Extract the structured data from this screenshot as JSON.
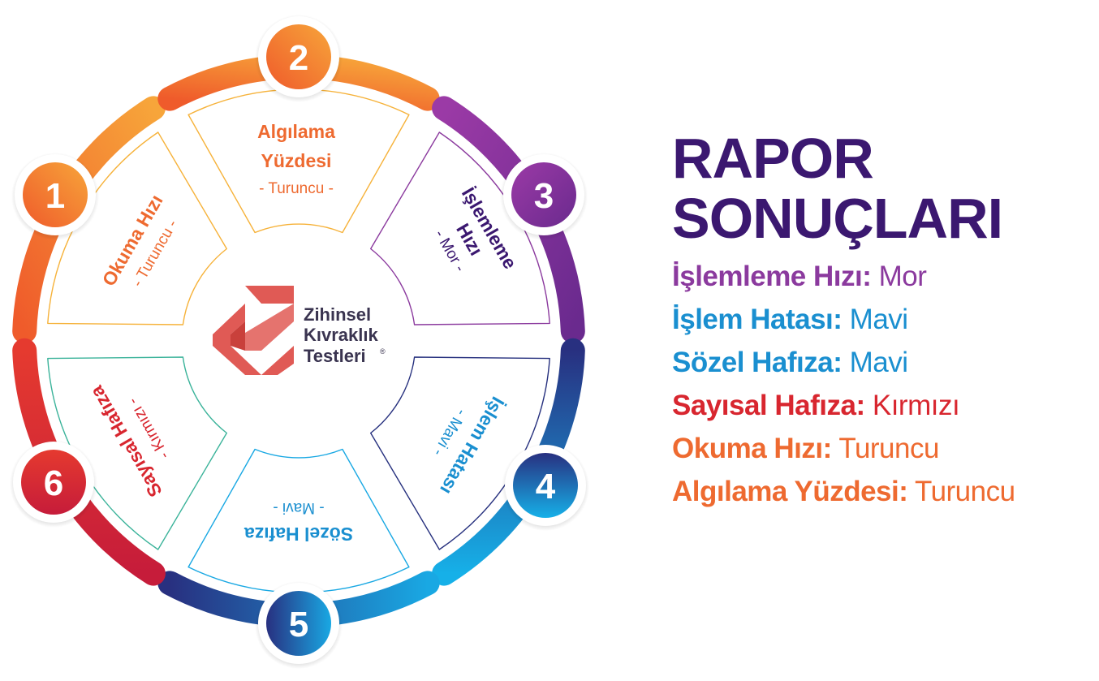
{
  "logo": {
    "line1": "Zihinsel",
    "line2": "Kıvraklık",
    "line3": "Testleri",
    "mark": "®"
  },
  "segments": [
    {
      "num": "1",
      "title": "Okuma Hızı",
      "sub": "- Turuncu -",
      "color": "#ee6a30"
    },
    {
      "num": "2",
      "title": "Algılama Yüzdesi",
      "title1": "Algılama",
      "title2": "Yüzdesi",
      "sub": "- Turuncu -",
      "color": "#ee6a30"
    },
    {
      "num": "3",
      "title1": "İşlemleme",
      "title2": "Hızı",
      "sub": "- Mor -",
      "color": "#3b1870"
    },
    {
      "num": "4",
      "title": "İşlem Hatası",
      "sub": "- Mavi -",
      "color": "#1a8fd0"
    },
    {
      "num": "5",
      "title": "Sözel Hafıza",
      "sub": "- Mavi -",
      "color": "#1a8fd0"
    },
    {
      "num": "6",
      "title": "Sayısal Hafıza",
      "sub": "- Kırmızı -",
      "color": "#d8262f"
    }
  ],
  "legend": {
    "title_line1": "RAPOR",
    "title_line2": "SONUÇLARI",
    "items": [
      {
        "label": "İşlemleme Hızı:",
        "value": " Mor",
        "color": "#8b3a9e"
      },
      {
        "label": "İşlem Hatası:",
        "value": " Mavi",
        "color": "#1a8fd0"
      },
      {
        "label": "Sözel Hafıza:",
        "value": " Mavi",
        "color": "#1a8fd0"
      },
      {
        "label": "Sayısal Hafıza:",
        "value": " Kırmızı",
        "color": "#d8262f"
      },
      {
        "label": "Okuma Hızı:",
        "value": " Turuncu",
        "color": "#ee6a30"
      },
      {
        "label": "Algılama  Yüzdesi:",
        "value": " Turuncu",
        "color": "#ee6a30"
      }
    ]
  },
  "colors": {
    "orange": "#ee6a30",
    "orange_light": "#f6a23a",
    "purple": "#8b3a9e",
    "navy": "#26307e",
    "blue": "#1a8fd0",
    "red": "#d8262f",
    "logo_red": "#e05a55"
  }
}
